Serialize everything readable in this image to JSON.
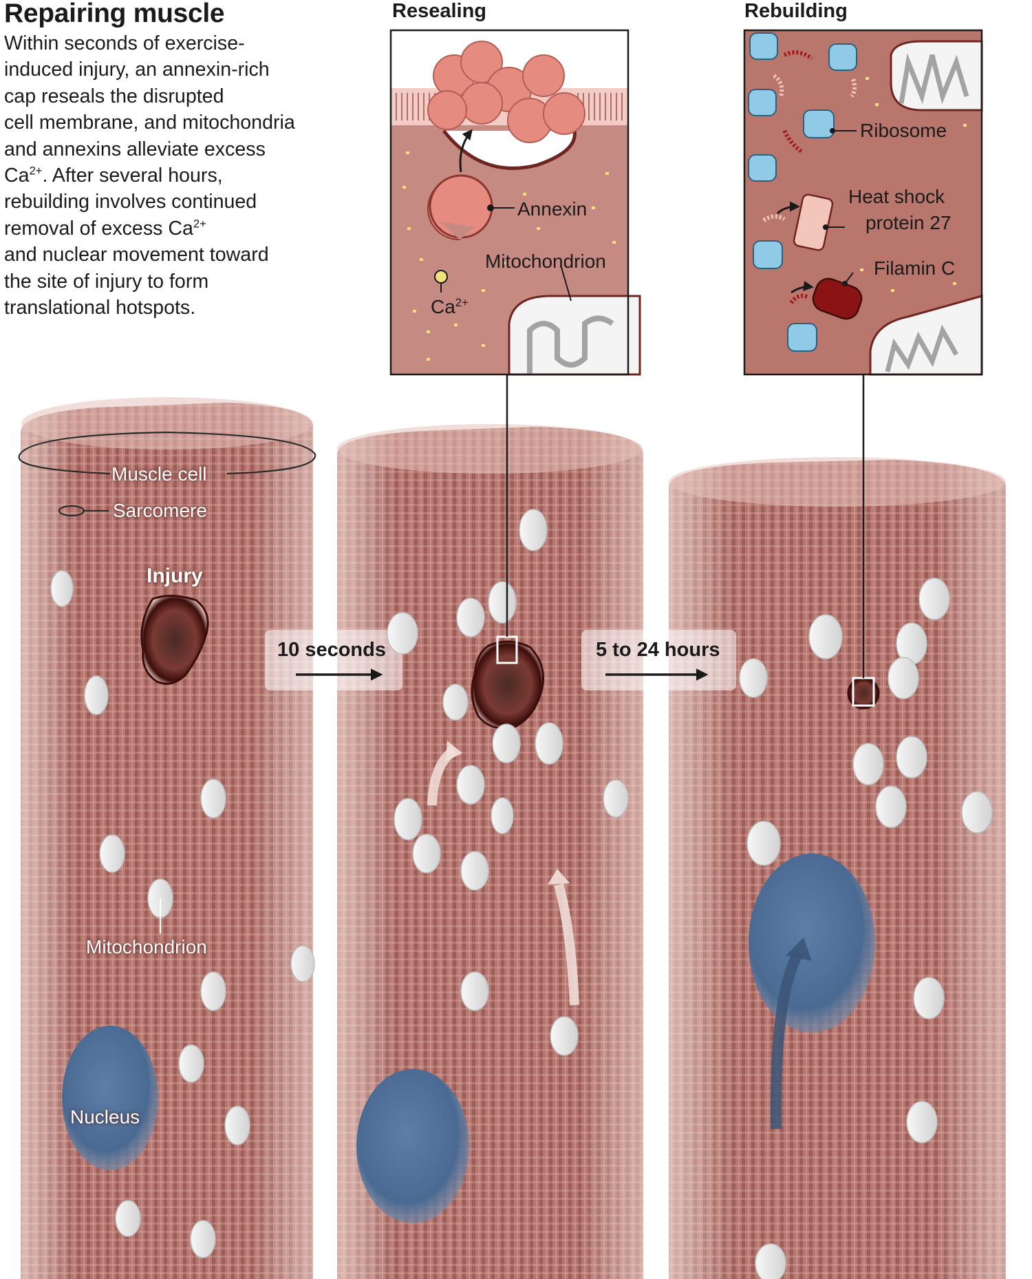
{
  "title": "Repairing muscle",
  "intro": [
    "Within seconds of exercise-",
    "induced injury, an annexin-rich",
    "cap reseals the disrupted",
    "cell membrane, and mitochondria",
    "and annexins alleviate excess",
    "Ca",
    "2+",
    ". After several hours,",
    "rebuilding involves continued",
    "removal of excess Ca",
    "2+",
    "and nuclear movement toward",
    "the site of injury to form",
    "translational hotspots."
  ],
  "panels": {
    "resealing": {
      "heading": "Resealing",
      "annexin": "Annexin",
      "mitochondrion": "Mitochondrion",
      "calcium": "Ca",
      "calcium_charge": "2+"
    },
    "rebuilding": {
      "heading": "Rebuilding",
      "ribosome": "Ribosome",
      "hsp_line1": "Heat shock",
      "hsp_line2": "protein 27",
      "filamin": "Filamin C"
    }
  },
  "cells": {
    "muscle_cell": "Muscle cell",
    "sarcomere": "Sarcomere",
    "injury": "Injury",
    "mitochondrion": "Mitochondrion",
    "nucleus": "Nucleus"
  },
  "timeline": {
    "step1": "10 seconds",
    "step2": "5 to 24 hours"
  },
  "colors": {
    "cell_fill": "#b87a72",
    "cell_stripe": "#8e4a44",
    "panel_bg": "#c78e84",
    "annexin": "#e58b80",
    "ribosome": "#8fcbe6",
    "hsp27": "#f2c6bb",
    "filamin": "#8a1414",
    "nucleus": "#4a6a92",
    "mitochondria": "#efefef",
    "calcium": "#f2e07a"
  }
}
